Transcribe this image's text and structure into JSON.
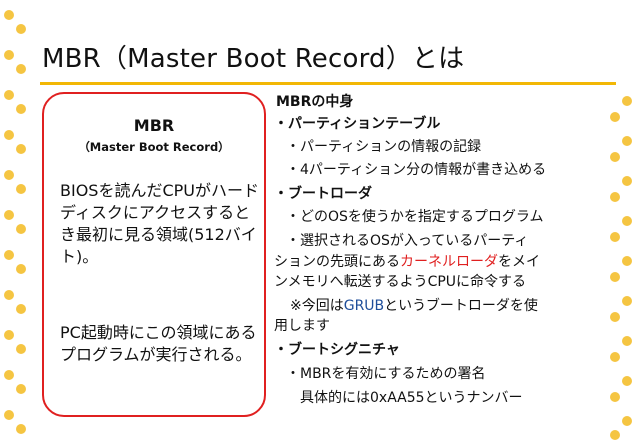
{
  "title": "MBR（Master Boot Record）とは",
  "box": {
    "title": "MBR",
    "subtitle": "（Master Boot Record）",
    "para1": "BIOSを読んだCPUがハードディスクにアクセスするとき最初に見る領域(512バイト)。",
    "para2": "PC起動時にこの領域にあるプログラムが実行される。"
  },
  "contents": {
    "heading": "MBRの中身",
    "sections": [
      {
        "heading": "・パーティションテーブル",
        "items": [
          "・パーティションの情報の記録",
          "・4パーティション分の情報が書き込める"
        ]
      },
      {
        "heading": "・ブートローダ",
        "items": [
          "・どのOSを使うかを指定するプログラム"
        ],
        "item2": {
          "line1": "・選択されるOSが入っているパーティ",
          "line2_pre": "ションの先頭にある",
          "line2_highlight": "カーネルローダ",
          "line2_post": "をメイ",
          "line3": "ンメモリへ転送するようCPUに命令する"
        },
        "note": {
          "pre": "※今回は",
          "highlight": "GRUB",
          "post": "というブートローダを使",
          "line2": "用します"
        }
      },
      {
        "heading": "・ブートシグニチャ",
        "items": [
          "・MBRを有効にするための署名",
          "具体的には0xAA55というナンバー"
        ]
      }
    ]
  },
  "colors": {
    "accent_yellow": "#F2B705",
    "dot_yellow": "#F5C542",
    "border_red": "#E02020",
    "highlight_red": "#E02020",
    "highlight_blue": "#1F4E9A"
  }
}
